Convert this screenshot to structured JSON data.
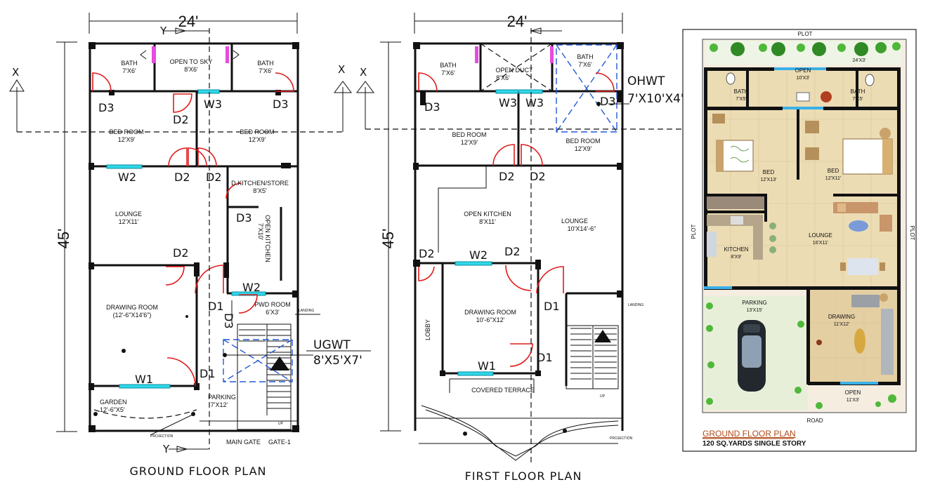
{
  "plan1": {
    "width_dim": "24'",
    "depth_dim": "45'",
    "title": "GROUND FLOOR PLAN",
    "rooms": {
      "bath_left": "BATH",
      "bath_left_size": "7'X6'",
      "open_sky": "OPEN TO SKY",
      "open_sky_size": "8'X6'",
      "bath_right": "BATH",
      "bath_right_size": "7'X6'",
      "bed_left": "BED ROOM",
      "bed_left_size": "12'X9'",
      "bed_right": "BED ROOM",
      "bed_right_size": "12'X9'",
      "dkitchen": "D.KITCHEN/STORE",
      "dkitchen_size": "8'X5'",
      "lounge": "LOUNGE",
      "lounge_size": "12'X11'",
      "open_kitchen": "OPEN KITCHEN",
      "open_kitchen_size": "7'X10'",
      "drawing": "DRAWING ROOM",
      "drawing_size": "(12'-6\"X14'6\")",
      "pwd": "PWD ROOM",
      "pwd_size": "6'X3'",
      "garden": "GARDEN",
      "garden_size": "12'-6\"X5'",
      "parking": "PARKING",
      "parking_size": "7'X12'"
    },
    "labels": {
      "d3a": "D3",
      "d3b": "D3",
      "d2a": "D2",
      "w3": "W3",
      "w2a": "W2",
      "d2b": "D2",
      "d2c": "D2",
      "d3c": "D3",
      "d2d": "D2",
      "d1a": "D1",
      "w2b": "W2",
      "d3d": "D3",
      "w1": "W1",
      "d1b": "D1",
      "x_left": "X",
      "x_right": "X",
      "y_top": "Y",
      "y_bottom": "Y",
      "ugwt": "UGWT",
      "ugwt_size": "8'X5'X7'",
      "main_gate": "MAIN GATE",
      "gate": "GATE-1",
      "projection": "PROJECTION",
      "landing": "LANDING",
      "up": "UP"
    }
  },
  "plan2": {
    "width_dim": "24'",
    "depth_dim": "45'",
    "title": "FIRST FLOOR PLAN",
    "rooms": {
      "bath_left": "BATH",
      "bath_left_size": "7'X6'",
      "open_duct": "OPEN DUCT",
      "open_duct_size": "8'X6'",
      "bath_right": "BATH",
      "bath_right_size": "7'X6'",
      "bed_left": "BED ROOM",
      "bed_left_size": "12'X9'",
      "bed_right": "BED ROOM",
      "bed_right_size": "12'X9'",
      "open_kitchen": "OPEN KITCHEN",
      "open_kitchen_size": "8'X11'",
      "lounge": "LOUNGE",
      "lounge_size": "10'X14'-6\"",
      "drawing": "DRAWING ROOM",
      "drawing_size": "10'-6\"X12'",
      "lobby": "LOBBY",
      "covered_terrace": "COVERED TERRACE"
    },
    "labels": {
      "d3a": "D3",
      "w3a": "W3",
      "w3b": "W3",
      "d3b": "D3",
      "ohwt": "OHWT",
      "ohwt_size": "7'X10'X4'",
      "d2a": "D2",
      "d2b": "D2",
      "d2c": "D2",
      "w2": "W2",
      "d2d": "D2",
      "d1a": "D1",
      "w1": "W1",
      "d1b": "D1",
      "x": "X",
      "projection": "PROJECTION",
      "landing": "LANDING",
      "up": "UP"
    }
  },
  "plan3": {
    "plot_top": "PLOT",
    "plot_left": "PLOT",
    "plot_right": "PLOT",
    "road": "ROAD",
    "rooms": {
      "open_top": "OPEN",
      "open_top_size": "10'X3'",
      "dim_24x3": "24'X3'",
      "bath_left": "BATH",
      "bath_left_size": "7'X5'",
      "bath_right": "BATH",
      "bath_right_size": "7'X5'",
      "bed_left": "BED",
      "bed_left_size": "12'X13'",
      "bed_right": "BED",
      "bed_right_size": "12'X11'",
      "lounge": "LOUNGE",
      "lounge_size": "16'X11'",
      "kitchen": "KITCHEN",
      "kitchen_size": "8'X9'",
      "parking": "PARKING",
      "parking_size": "13'X15'",
      "drawing": "DRAWING",
      "drawing_size": "11'X12'",
      "open_bottom": "OPEN",
      "open_bottom_size": "11'X3'"
    },
    "caption_title": "GROUND FLOOR PLAN",
    "caption_sub": "120 SQ.YARDS  SINGLE STORY"
  },
  "colors": {
    "door": "#e21b1b",
    "window": "#2fd8e8",
    "tank": "#2458d8",
    "floor": "#e9dcc0",
    "lawn": "#7fd06a",
    "caption": "#b04a1a"
  }
}
